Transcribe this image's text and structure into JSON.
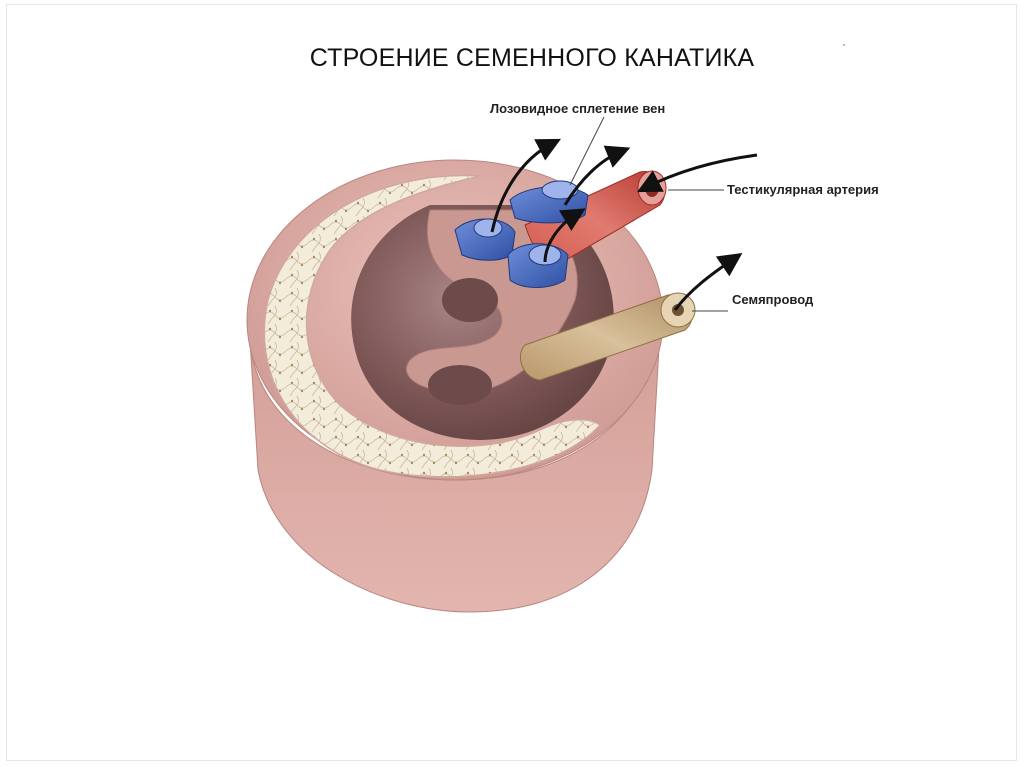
{
  "title": "СТРОЕНИЕ СЕМЕННОГО КАНАТИКА",
  "labels": {
    "veins": "Лозовидное сплетение вен",
    "artery": "Тестикулярная артерия",
    "duct": "Семяпровод"
  },
  "colors": {
    "outer_tissue": "#d9a8a2",
    "cavity": "#8e6a6a",
    "fat_layer": "#f2ead8",
    "vein": "#4b6fc0",
    "artery": "#c9443a",
    "duct": "#c9ad86",
    "arrow": "#111111"
  }
}
